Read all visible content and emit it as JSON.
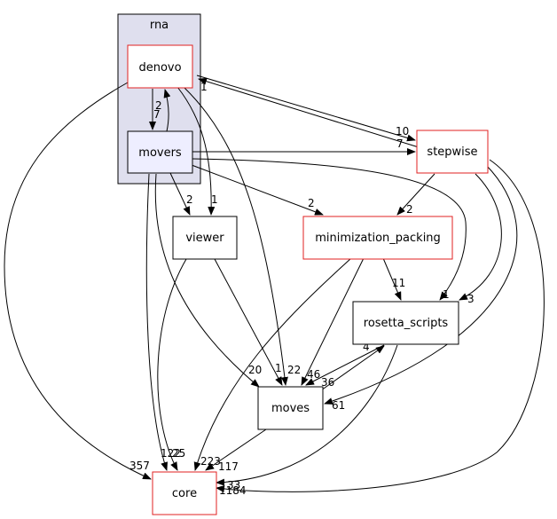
{
  "cluster": {
    "label": "rna"
  },
  "nodes": {
    "denovo": {
      "label": "denovo"
    },
    "movers": {
      "label": "movers"
    },
    "stepwise": {
      "label": "stepwise"
    },
    "viewer": {
      "label": "viewer"
    },
    "minimization_packing": {
      "label": "minimization_packing"
    },
    "rosetta_scripts": {
      "label": "rosetta_scripts"
    },
    "moves": {
      "label": "moves"
    },
    "core": {
      "label": "core"
    }
  },
  "edges": [
    {
      "from": "denovo",
      "to": "movers",
      "label": "7"
    },
    {
      "from": "movers",
      "to": "denovo",
      "label": "2"
    },
    {
      "from": "denovo",
      "to": "stepwise",
      "label": "10"
    },
    {
      "from": "stepwise",
      "to": "denovo",
      "label": "1"
    },
    {
      "from": "movers",
      "to": "stepwise",
      "label": "7"
    },
    {
      "from": "denovo",
      "to": "viewer",
      "label": "1"
    },
    {
      "from": "movers",
      "to": "viewer",
      "label": "2"
    },
    {
      "from": "movers",
      "to": "minimization_packing",
      "label": "2"
    },
    {
      "from": "stepwise",
      "to": "minimization_packing",
      "label": "2"
    },
    {
      "from": "movers",
      "to": "rosetta_scripts",
      "label": "1"
    },
    {
      "from": "stepwise",
      "to": "rosetta_scripts",
      "label": "3"
    },
    {
      "from": "minimization_packing",
      "to": "rosetta_scripts",
      "label": "11"
    },
    {
      "from": "denovo",
      "to": "moves",
      "label": "22"
    },
    {
      "from": "movers",
      "to": "moves",
      "label": "20"
    },
    {
      "from": "viewer",
      "to": "moves",
      "label": "1"
    },
    {
      "from": "minimization_packing",
      "to": "moves",
      "label": "46"
    },
    {
      "from": "rosetta_scripts",
      "to": "moves",
      "label": "36"
    },
    {
      "from": "moves",
      "to": "rosetta_scripts",
      "label": "4"
    },
    {
      "from": "stepwise",
      "to": "moves",
      "label": "61"
    },
    {
      "from": "denovo",
      "to": "core",
      "label": "357"
    },
    {
      "from": "movers",
      "to": "core",
      "label": "122"
    },
    {
      "from": "viewer",
      "to": "core",
      "label": "25"
    },
    {
      "from": "minimization_packing",
      "to": "core",
      "label": "223"
    },
    {
      "from": "moves",
      "to": "core",
      "label": "117"
    },
    {
      "from": "rosetta_scripts",
      "to": "core",
      "label": "33"
    },
    {
      "from": "stepwise",
      "to": "core",
      "label": "1184"
    }
  ],
  "colors": {
    "cluster_fill": "#dfdfee",
    "cluster_border": "#000000",
    "highlight_border": "#e02020",
    "node_border": "#000000",
    "movers_fill": "#eeeeff",
    "edge": "#000000"
  }
}
